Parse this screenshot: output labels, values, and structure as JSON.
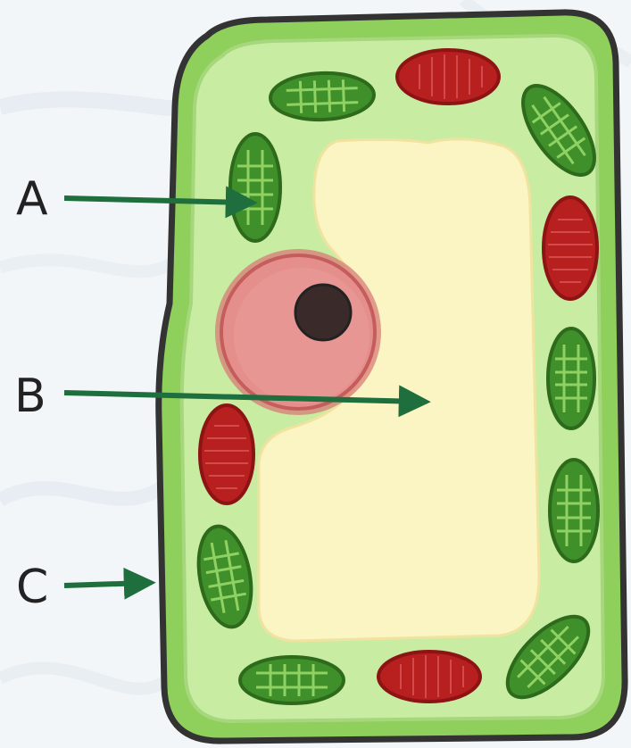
{
  "labels": {
    "a": "A",
    "b": "B",
    "c": "C"
  },
  "colors": {
    "background": "#f3f6f9",
    "cell_wall_outline": "#333333",
    "cell_wall": "#8fcf5c",
    "cytoplasm": "#c9eca3",
    "vacuole": "#fbf5c4",
    "nucleus": "#e58f8c",
    "nucleolus": "#3a2a2a",
    "chloroplast": "#3f8f2a",
    "red_organelle": "#b81f1f",
    "arrow": "#1e6e3e"
  }
}
